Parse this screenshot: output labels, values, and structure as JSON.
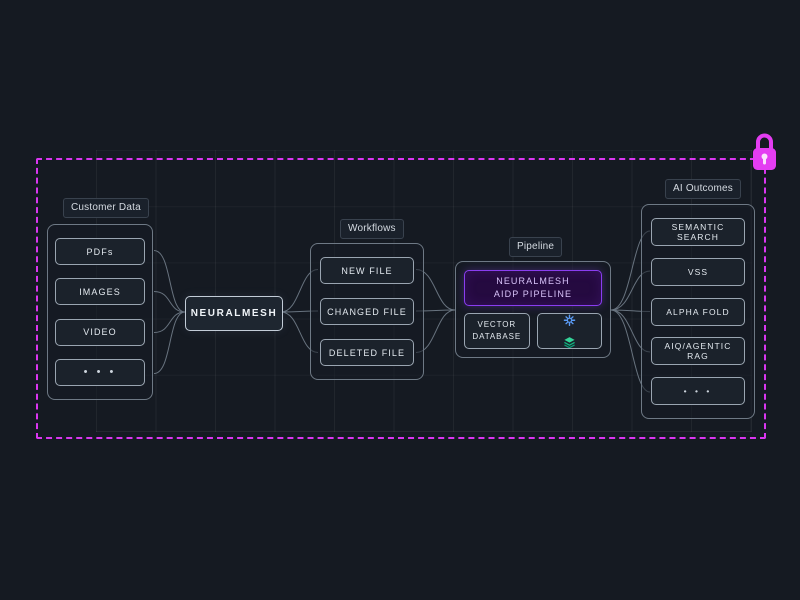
{
  "boundary": {
    "lock_icon": "lock-icon",
    "accent_color": "#D936F0"
  },
  "customer_data": {
    "label": "Customer Data",
    "items": [
      "PDFs",
      "IMAGES",
      "VIDEO",
      "• • •"
    ]
  },
  "neuralmesh": {
    "label": "NEURALMESH"
  },
  "workflows": {
    "label": "Workflows",
    "items": [
      "NEW FILE",
      "CHANGED FILE",
      "DELETED FILE"
    ]
  },
  "pipeline": {
    "label": "Pipeline",
    "main_line1": "NEURALMESH",
    "main_line2": "AIDP PIPELINE",
    "vector_db_line1": "VECTOR",
    "vector_db_line2": "DATABASE",
    "icons": [
      "spark-icon",
      "layers-icon"
    ],
    "purple_border": "#8A3DF0",
    "purple_fill": "#250A40"
  },
  "ai_outcomes": {
    "label": "AI Outcomes",
    "items": [
      "SEMANTIC SEARCH",
      "VSS",
      "ALPHA FOLD",
      "AIQ/AGENTIC RAG",
      "• • •"
    ]
  }
}
